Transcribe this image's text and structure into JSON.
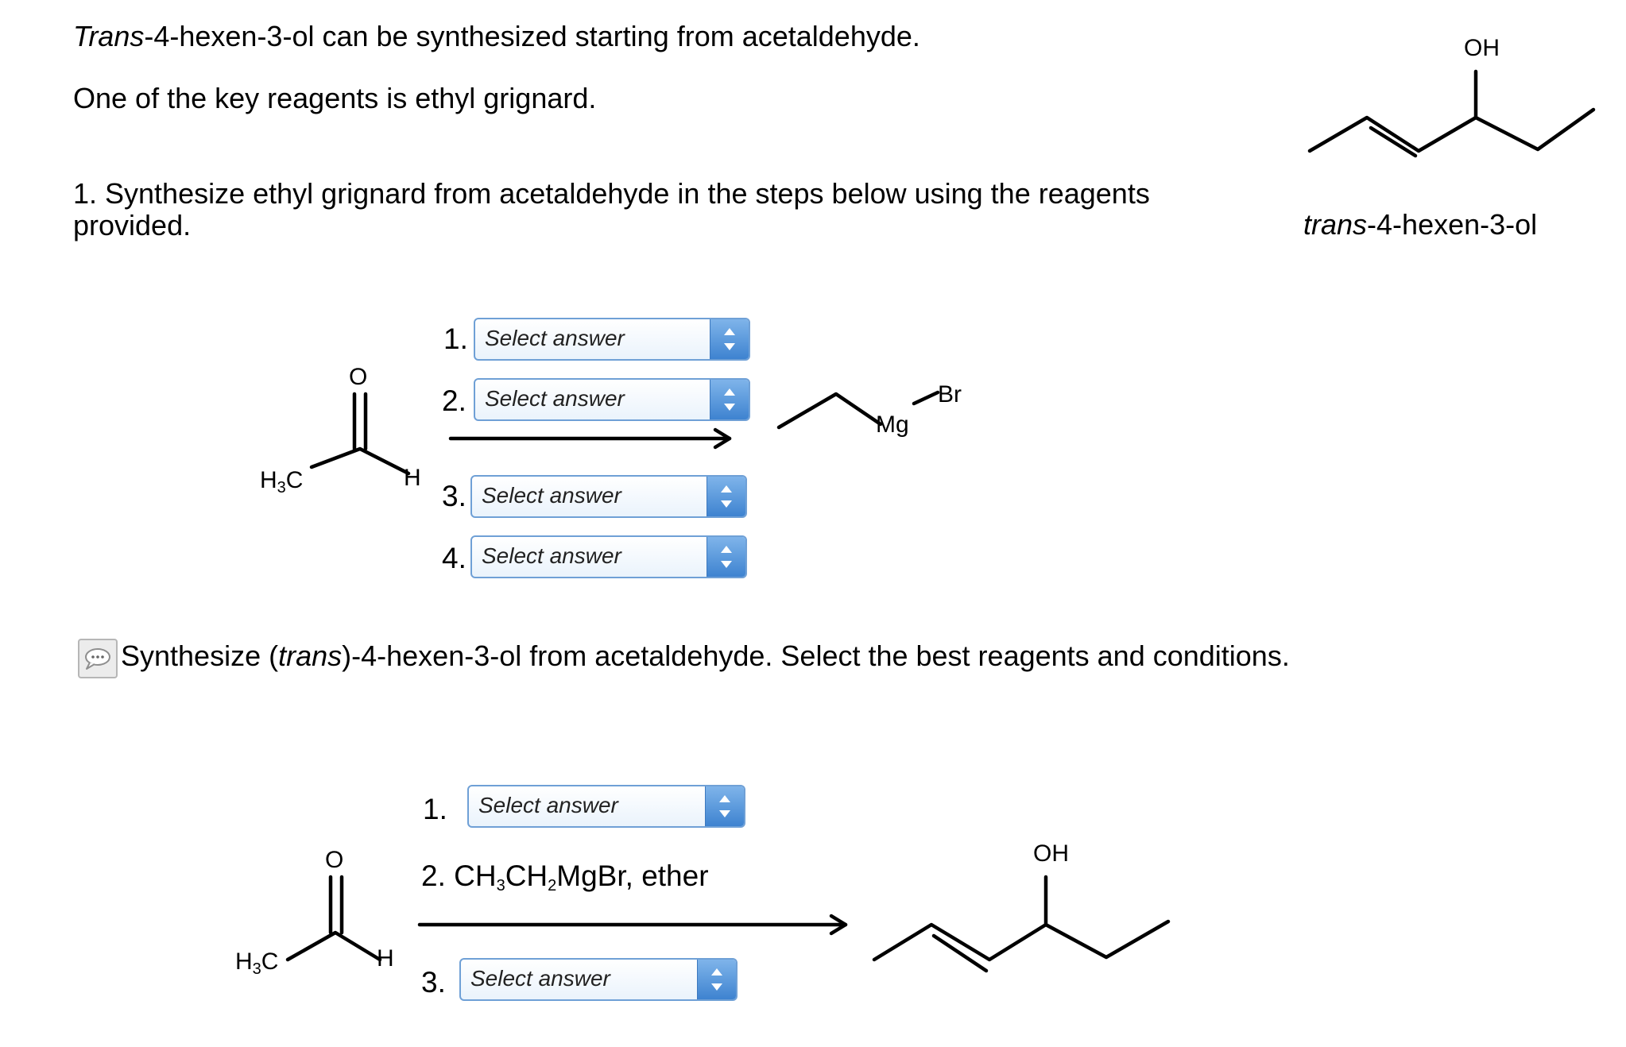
{
  "intro": {
    "line1_italic": "Trans",
    "line1_rest": "-4-hexen-3-ol can be synthesized starting from acetaldehyde.",
    "line2": "One of the key reagents is ethyl grignard."
  },
  "product_caption": {
    "italic": "trans",
    "rest": "-4-hexen-3-ol"
  },
  "structure_labels": {
    "oh": "OH",
    "o": "O",
    "h3": "H",
    "three": "3",
    "c": "C",
    "h": "H",
    "mg": "Mg",
    "br": "Br"
  },
  "question1": {
    "text": "1. Synthesize ethyl grignard from acetaldehyde in the steps below using the reagents provided.",
    "steps": [
      {
        "num": "1.",
        "placeholder": "Select answer"
      },
      {
        "num": "2.",
        "placeholder": "Select answer"
      },
      {
        "num": "3.",
        "placeholder": "Select answer"
      },
      {
        "num": "4.",
        "placeholder": "Select answer"
      }
    ]
  },
  "question2": {
    "prefix": "Synthesize (",
    "italic": "trans",
    "suffix": ")-4-hexen-3-ol from acetaldehyde. Select the best reagents and conditions.",
    "step1": {
      "num": "1.",
      "placeholder": "Select answer"
    },
    "step2": {
      "prefix": "2. CH",
      "sub1": "3",
      "mid": "CH",
      "sub2": "2",
      "suffix": "MgBr, ether"
    },
    "step3": {
      "num": "3.",
      "placeholder": "Select answer"
    }
  },
  "colors": {
    "select_border": "#6fa0d6",
    "select_arrow": "#3e83d0"
  }
}
